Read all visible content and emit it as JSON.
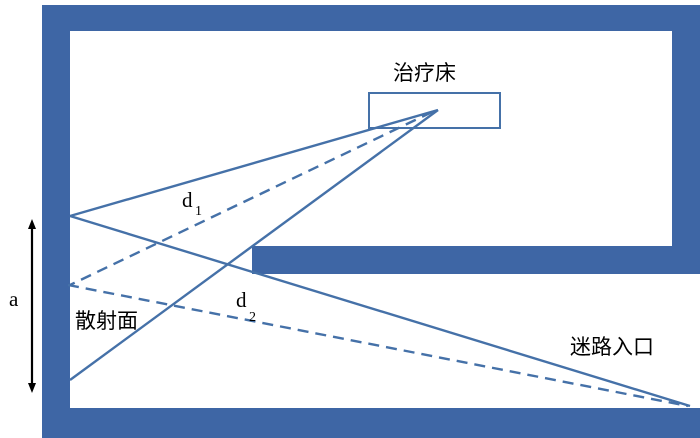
{
  "labels": {
    "bed": "治疗床",
    "scatter_surface": "散射面",
    "maze_entrance": "迷路入口",
    "a": "a",
    "d1_main": "d",
    "d1_sub": "1",
    "d2_main": "d",
    "d2_sub": "2"
  },
  "colors": {
    "wall": "#3e66a5",
    "ray": "#4571a8",
    "arrow": "#000000",
    "background": "#ffffff"
  }
}
